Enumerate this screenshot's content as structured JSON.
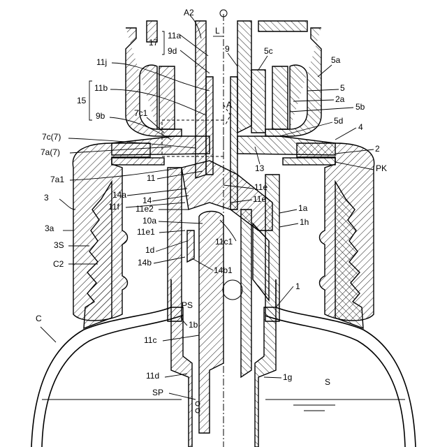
{
  "labels": {
    "O": "O",
    "A2": "A2",
    "L": "L",
    "n17": "17",
    "n11a": "11a",
    "n9d": "9d",
    "n9": "9",
    "n5c": "5c",
    "n5a": "5a",
    "n11j": "11j",
    "n5": "5",
    "n2a": "2a",
    "n15": "15",
    "n11b": "11b",
    "n5b": "5b",
    "A": "A",
    "n9b": "9b",
    "n7c1": "7c1",
    "n5d": "5d",
    "n4": "4",
    "n7c7": "7c(7)",
    "n7a7": "7a(7)",
    "n2": "2",
    "n13": "13",
    "PK": "PK",
    "n7a1": "7a1",
    "n11": "11",
    "n11e_a": "11e",
    "n14a": "14a",
    "n3": "3",
    "n14": "14",
    "n11e_b": "11e",
    "n11f": "11f",
    "n1a": "1a",
    "n11e2": "11e2",
    "n10a": "10a",
    "n1h": "1h",
    "n3a": "3a",
    "n11e1": "11e1",
    "n11c1": "11c1",
    "n3S": "3S",
    "n1d": "1d",
    "C2": "C2",
    "n14b": "14b",
    "n14b1": "14b1",
    "n1": "1",
    "PS": "PS",
    "C": "C",
    "n1b": "1b",
    "n11c": "11c",
    "n11d": "11d",
    "n1g": "1g",
    "S": "S",
    "SP": "SP"
  }
}
